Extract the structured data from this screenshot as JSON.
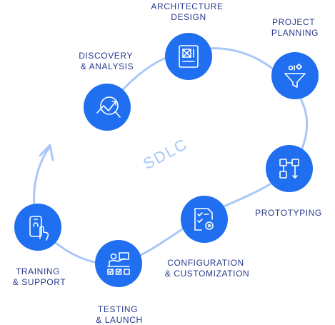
{
  "diagram": {
    "center_label": "SDLC",
    "colors": {
      "node": "#1f6ff0",
      "path": "#a9c8f7",
      "label": "#2a3a8c",
      "icon": "#ffffff"
    },
    "nodes": [
      {
        "id": "discovery",
        "icon": "chart-magnifier-icon",
        "label_lines": [
          "DISCOVERY",
          "& ANALYSIS"
        ]
      },
      {
        "id": "architecture",
        "icon": "blueprint-icon",
        "label_lines": [
          "ARCHITECTURE",
          "DESIGN"
        ]
      },
      {
        "id": "planning",
        "icon": "funnel-icon",
        "label_lines": [
          "PROJECT",
          "PLANNING"
        ]
      },
      {
        "id": "prototyping",
        "icon": "flowchart-icon",
        "label_lines": [
          "PROTOTYPING"
        ]
      },
      {
        "id": "configuration",
        "icon": "document-gear-icon",
        "label_lines": [
          "CONFIGURATION",
          "& CUSTOMIZATION"
        ]
      },
      {
        "id": "testing",
        "icon": "presenter-checkboxes-icon",
        "label_lines": [
          "TESTING",
          "& LAUNCH"
        ]
      },
      {
        "id": "training",
        "icon": "phone-touch-icon",
        "label_lines": [
          "TRAINING",
          "& SUPPORT"
        ]
      }
    ]
  }
}
